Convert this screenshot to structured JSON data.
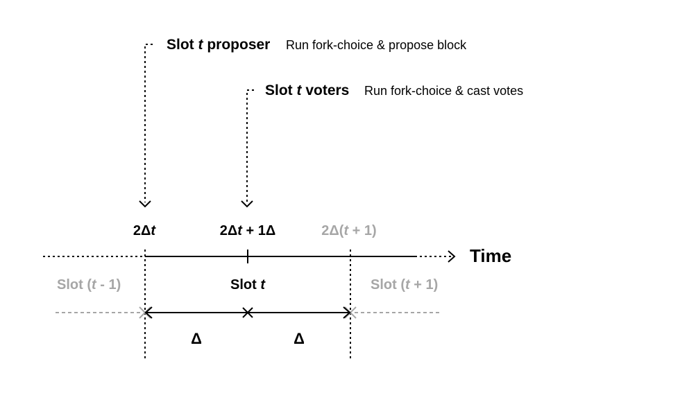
{
  "colors": {
    "primary": "#000000",
    "muted": "#a6a6a6"
  },
  "labels": {
    "proposer_slot": "Slot ",
    "proposer_t": "t",
    "proposer_role": " proposer",
    "proposer_desc": "Run fork-choice & propose block",
    "voters_slot": "Slot ",
    "voters_t": "t",
    "voters_role": " voters",
    "voters_desc": "Run fork-choice & cast votes",
    "tick1_a": "2Δ",
    "tick1_t": "t",
    "tick2_a": "2Δ",
    "tick2_t": "t",
    "tick2_b": " + 1Δ",
    "tick3_a": "2Δ(",
    "tick3_t": "t",
    "tick3_b": " + 1)",
    "time": "Time",
    "slot_prev_a": "Slot (",
    "slot_prev_t": "t",
    "slot_prev_b": " - 1)",
    "slot_cur_a": "Slot ",
    "slot_cur_t": "t",
    "slot_next_a": "Slot (",
    "slot_next_t": "t",
    "slot_next_b": " + 1)",
    "delta_1": "Δ",
    "delta_2": "Δ"
  }
}
